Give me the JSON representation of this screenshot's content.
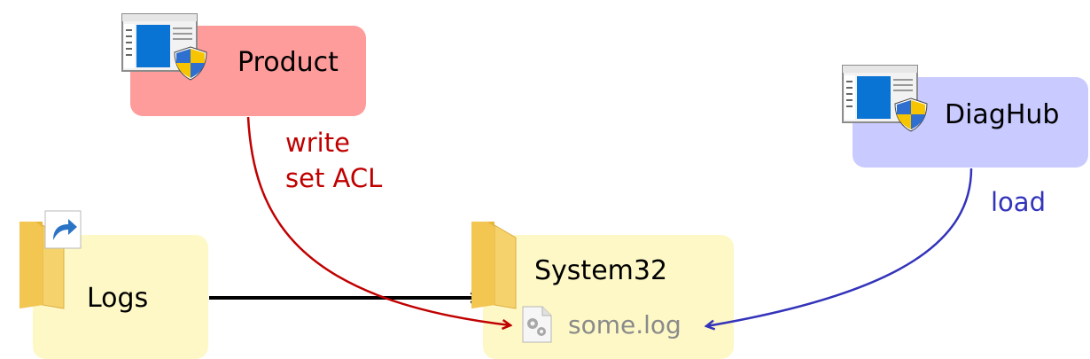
{
  "nodes": {
    "product": {
      "label": "Product",
      "color": "#fe9b9b"
    },
    "diaghub": {
      "label": "DiagHub",
      "color": "#c9caff"
    },
    "logs": {
      "label": "Logs",
      "color": "#fdf8c6"
    },
    "system32": {
      "label": "System32",
      "color": "#fdf8c6"
    },
    "file": {
      "label": "some.log"
    }
  },
  "edges": {
    "product_to_file": {
      "lines": [
        "write",
        "set ACL"
      ],
      "color": "#c00000"
    },
    "diaghub_to_file": {
      "label": "load",
      "color": "#3333bb"
    },
    "logs_to_system32": {
      "color": "#000000"
    }
  },
  "icons": [
    "app-window-shield-icon",
    "folder-icon",
    "shortcut-arrow-icon",
    "gear-file-icon"
  ]
}
